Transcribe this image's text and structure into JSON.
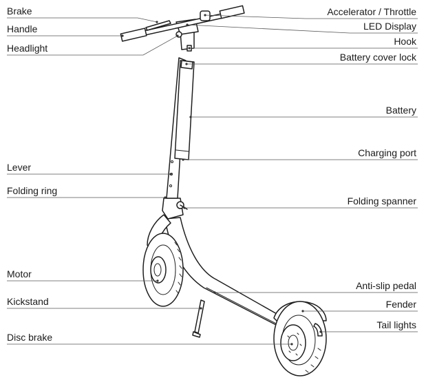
{
  "labels_left": {
    "brake": "Brake",
    "handle": "Handle",
    "headlight": "Headlight",
    "lever": "Lever",
    "folding_ring": "Folding ring",
    "motor": "Motor",
    "kickstand": "Kickstand",
    "disc_brake": "Disc brake"
  },
  "labels_right": {
    "accelerator": "Accelerator / Throttle",
    "led_display": "LED Display",
    "hook": "Hook",
    "battery_cover_lock": "Battery cover lock",
    "battery": "Battery",
    "charging_port": "Charging port",
    "folding_spanner": "Folding spanner",
    "anti_slip_pedal": "Anti-slip pedal",
    "fender": "Fender",
    "tail_lights": "Tail lights"
  }
}
